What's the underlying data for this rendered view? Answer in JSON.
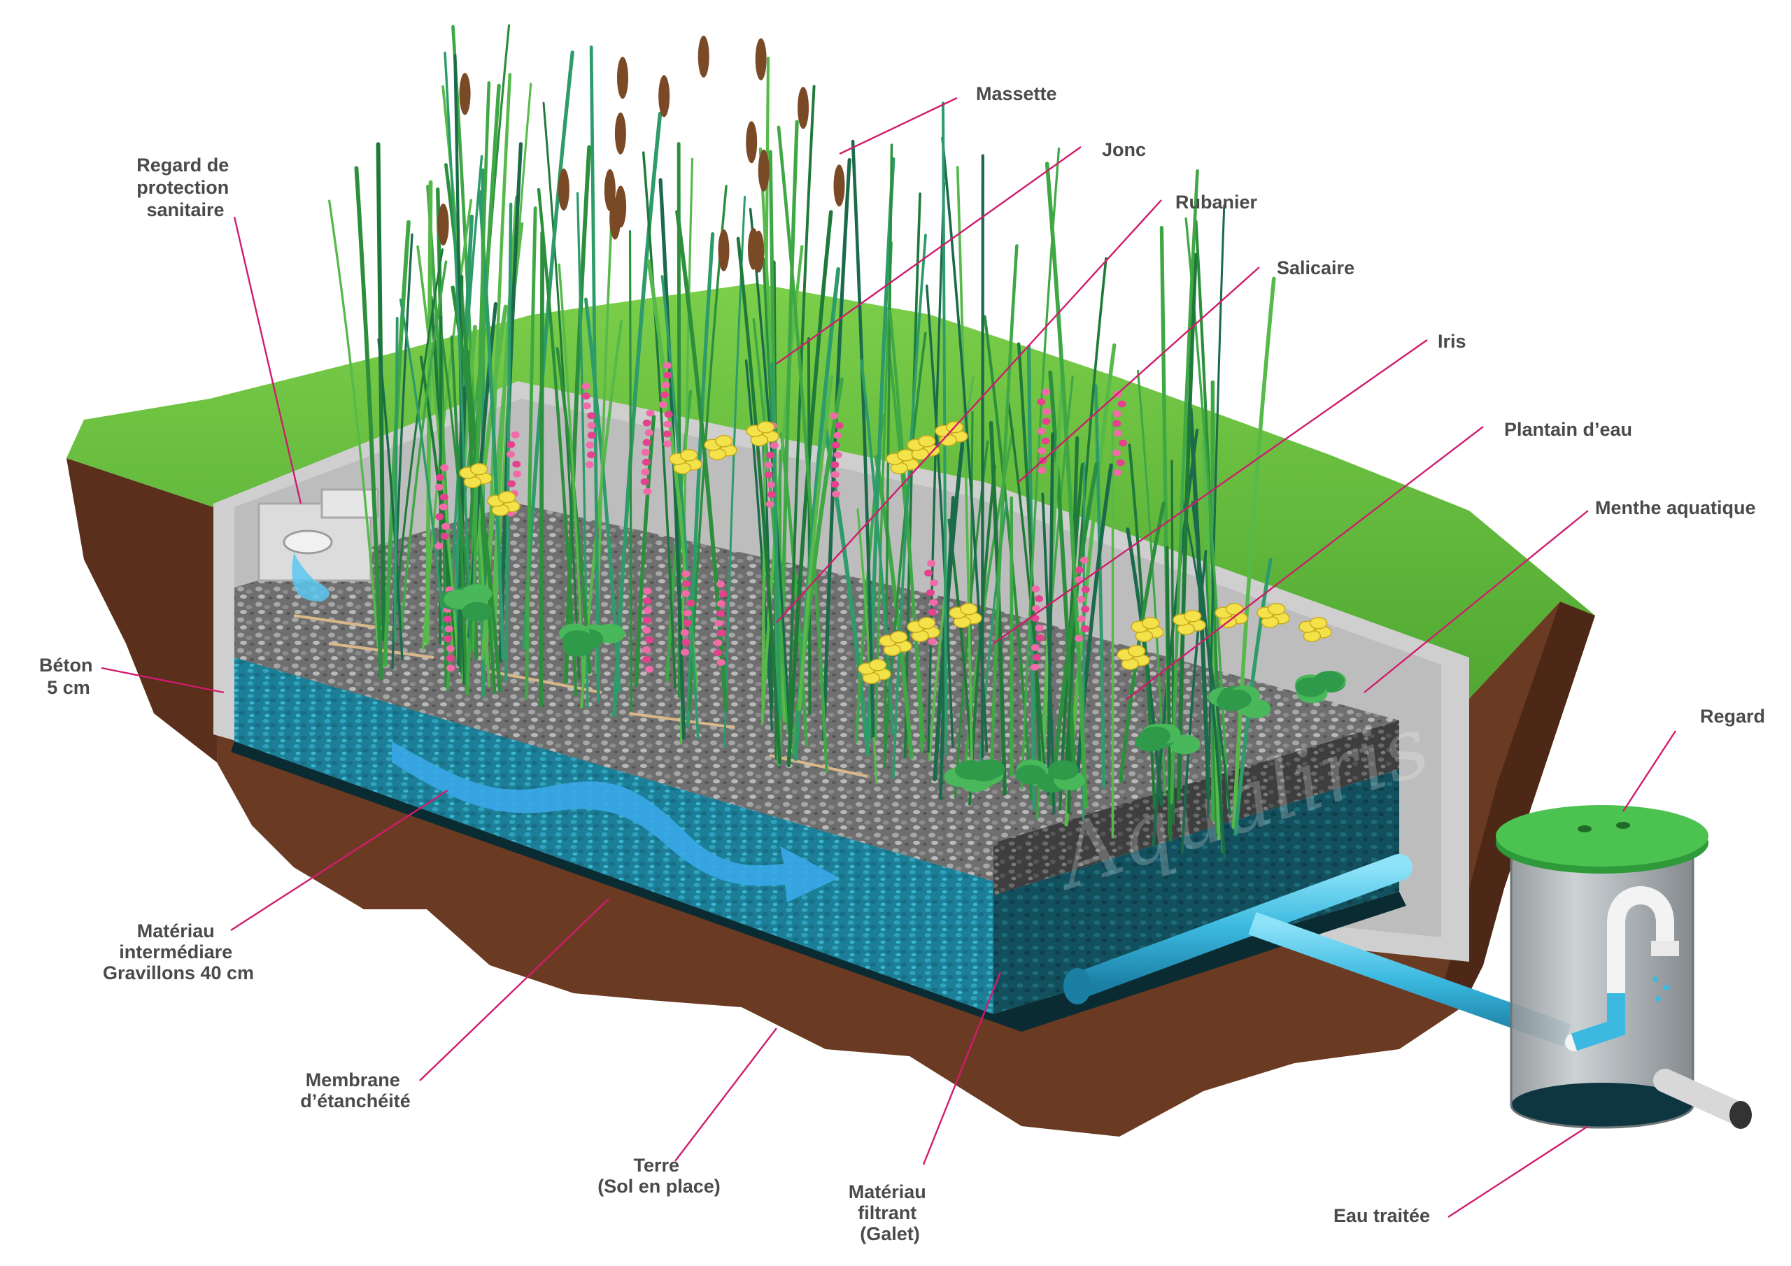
{
  "watermark": "Aqualiris",
  "labels": {
    "massette": [
      "Massette"
    ],
    "jonc": [
      "Jonc"
    ],
    "rubanier": [
      "Rubanier"
    ],
    "salicaire": [
      "Salicaire"
    ],
    "iris": [
      "Iris"
    ],
    "plantain": [
      "Plantain d’eau"
    ],
    "menthe": [
      "Menthe aquatique"
    ],
    "regard_sanitaire": [
      "Regard de",
      "protection",
      "sanitaire"
    ],
    "beton": [
      "Béton",
      "5 cm"
    ],
    "regard": [
      "Regard"
    ],
    "materiau_intermediaire": [
      "Matériau",
      "intermédiare",
      "Gravillons 40 cm"
    ],
    "membrane": [
      "Membrane",
      "d’étanchéité"
    ],
    "terre": [
      "Terre",
      "(Sol en place)"
    ],
    "materiau_filtrant": [
      "Matériau",
      "filtrant",
      "(Galet)"
    ],
    "eau_traitee": [
      "Eau traitée"
    ]
  },
  "colors": {
    "label_text": "#4a4a4a",
    "leader_line": "#d01c6e",
    "grass": "#5fb83c",
    "soil": "#6b3a22",
    "concrete": "#c9c9c9",
    "gravel": "#7d7d7d",
    "water": "#1f8ea8",
    "pipe": "#47c3e8",
    "lid": "#3aa843"
  }
}
